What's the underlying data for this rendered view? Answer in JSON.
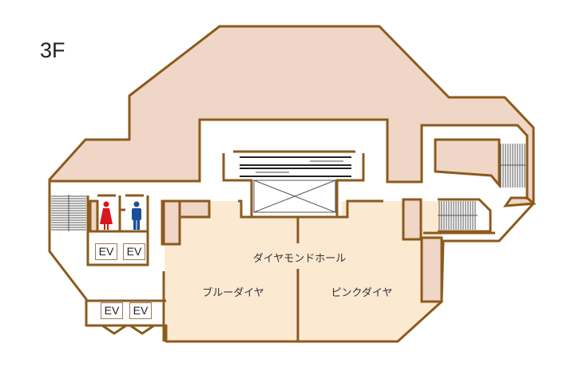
{
  "floor": "3F",
  "rooms": {
    "hall": "ダイヤモンドホール",
    "blue": "ブルーダイヤ",
    "pink": "ピンクダイヤ"
  },
  "elevators": [
    "EV",
    "EV",
    "EV",
    "EV"
  ],
  "icons": {
    "women": "restroom-women-icon",
    "men": "restroom-men-icon",
    "stairs": "stairs-icon",
    "escalator": "escalator-icon"
  },
  "colors": {
    "wall": "#8c5a1c",
    "service": "#efd6c6",
    "hall": "#fce9d2",
    "women": "#d9161c",
    "men": "#1a4f9c"
  }
}
